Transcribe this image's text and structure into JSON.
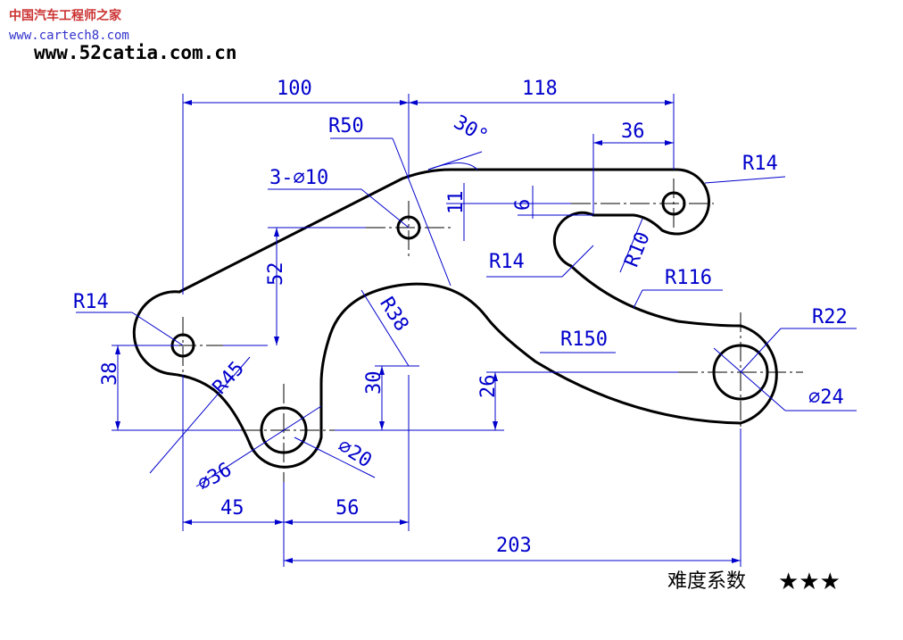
{
  "watermark": {
    "site_cn": "中国汽车工程师之家",
    "site_url": "www.cartech8.com",
    "site2_url": "www.52catia.com.cn"
  },
  "dimensions": {
    "top_left": "100",
    "top_right": "118",
    "r50": "R50",
    "angle": "30°",
    "holes": "3-∅10",
    "d36_top": "36",
    "r14_right": "R14",
    "d11": "11",
    "d6": "6",
    "r14_inner": "R14",
    "r10": "R10",
    "r116": "R116",
    "d52": "52",
    "r14_left": "R14",
    "r22": "R22",
    "r38": "R38",
    "r150": "R150",
    "r45": "R45",
    "d38": "38",
    "d30": "30",
    "d26": "26",
    "dia24": "∅24",
    "dia36": "∅36",
    "dia20": "∅20",
    "d45": "45",
    "d56": "56",
    "d203": "203"
  },
  "difficulty": {
    "label": "难度系数",
    "stars": "★★★"
  },
  "colors": {
    "outline": "#000000",
    "dimension": "#0000cc",
    "watermark_cn": "#cc3333",
    "watermark_url": "#3333cc"
  }
}
